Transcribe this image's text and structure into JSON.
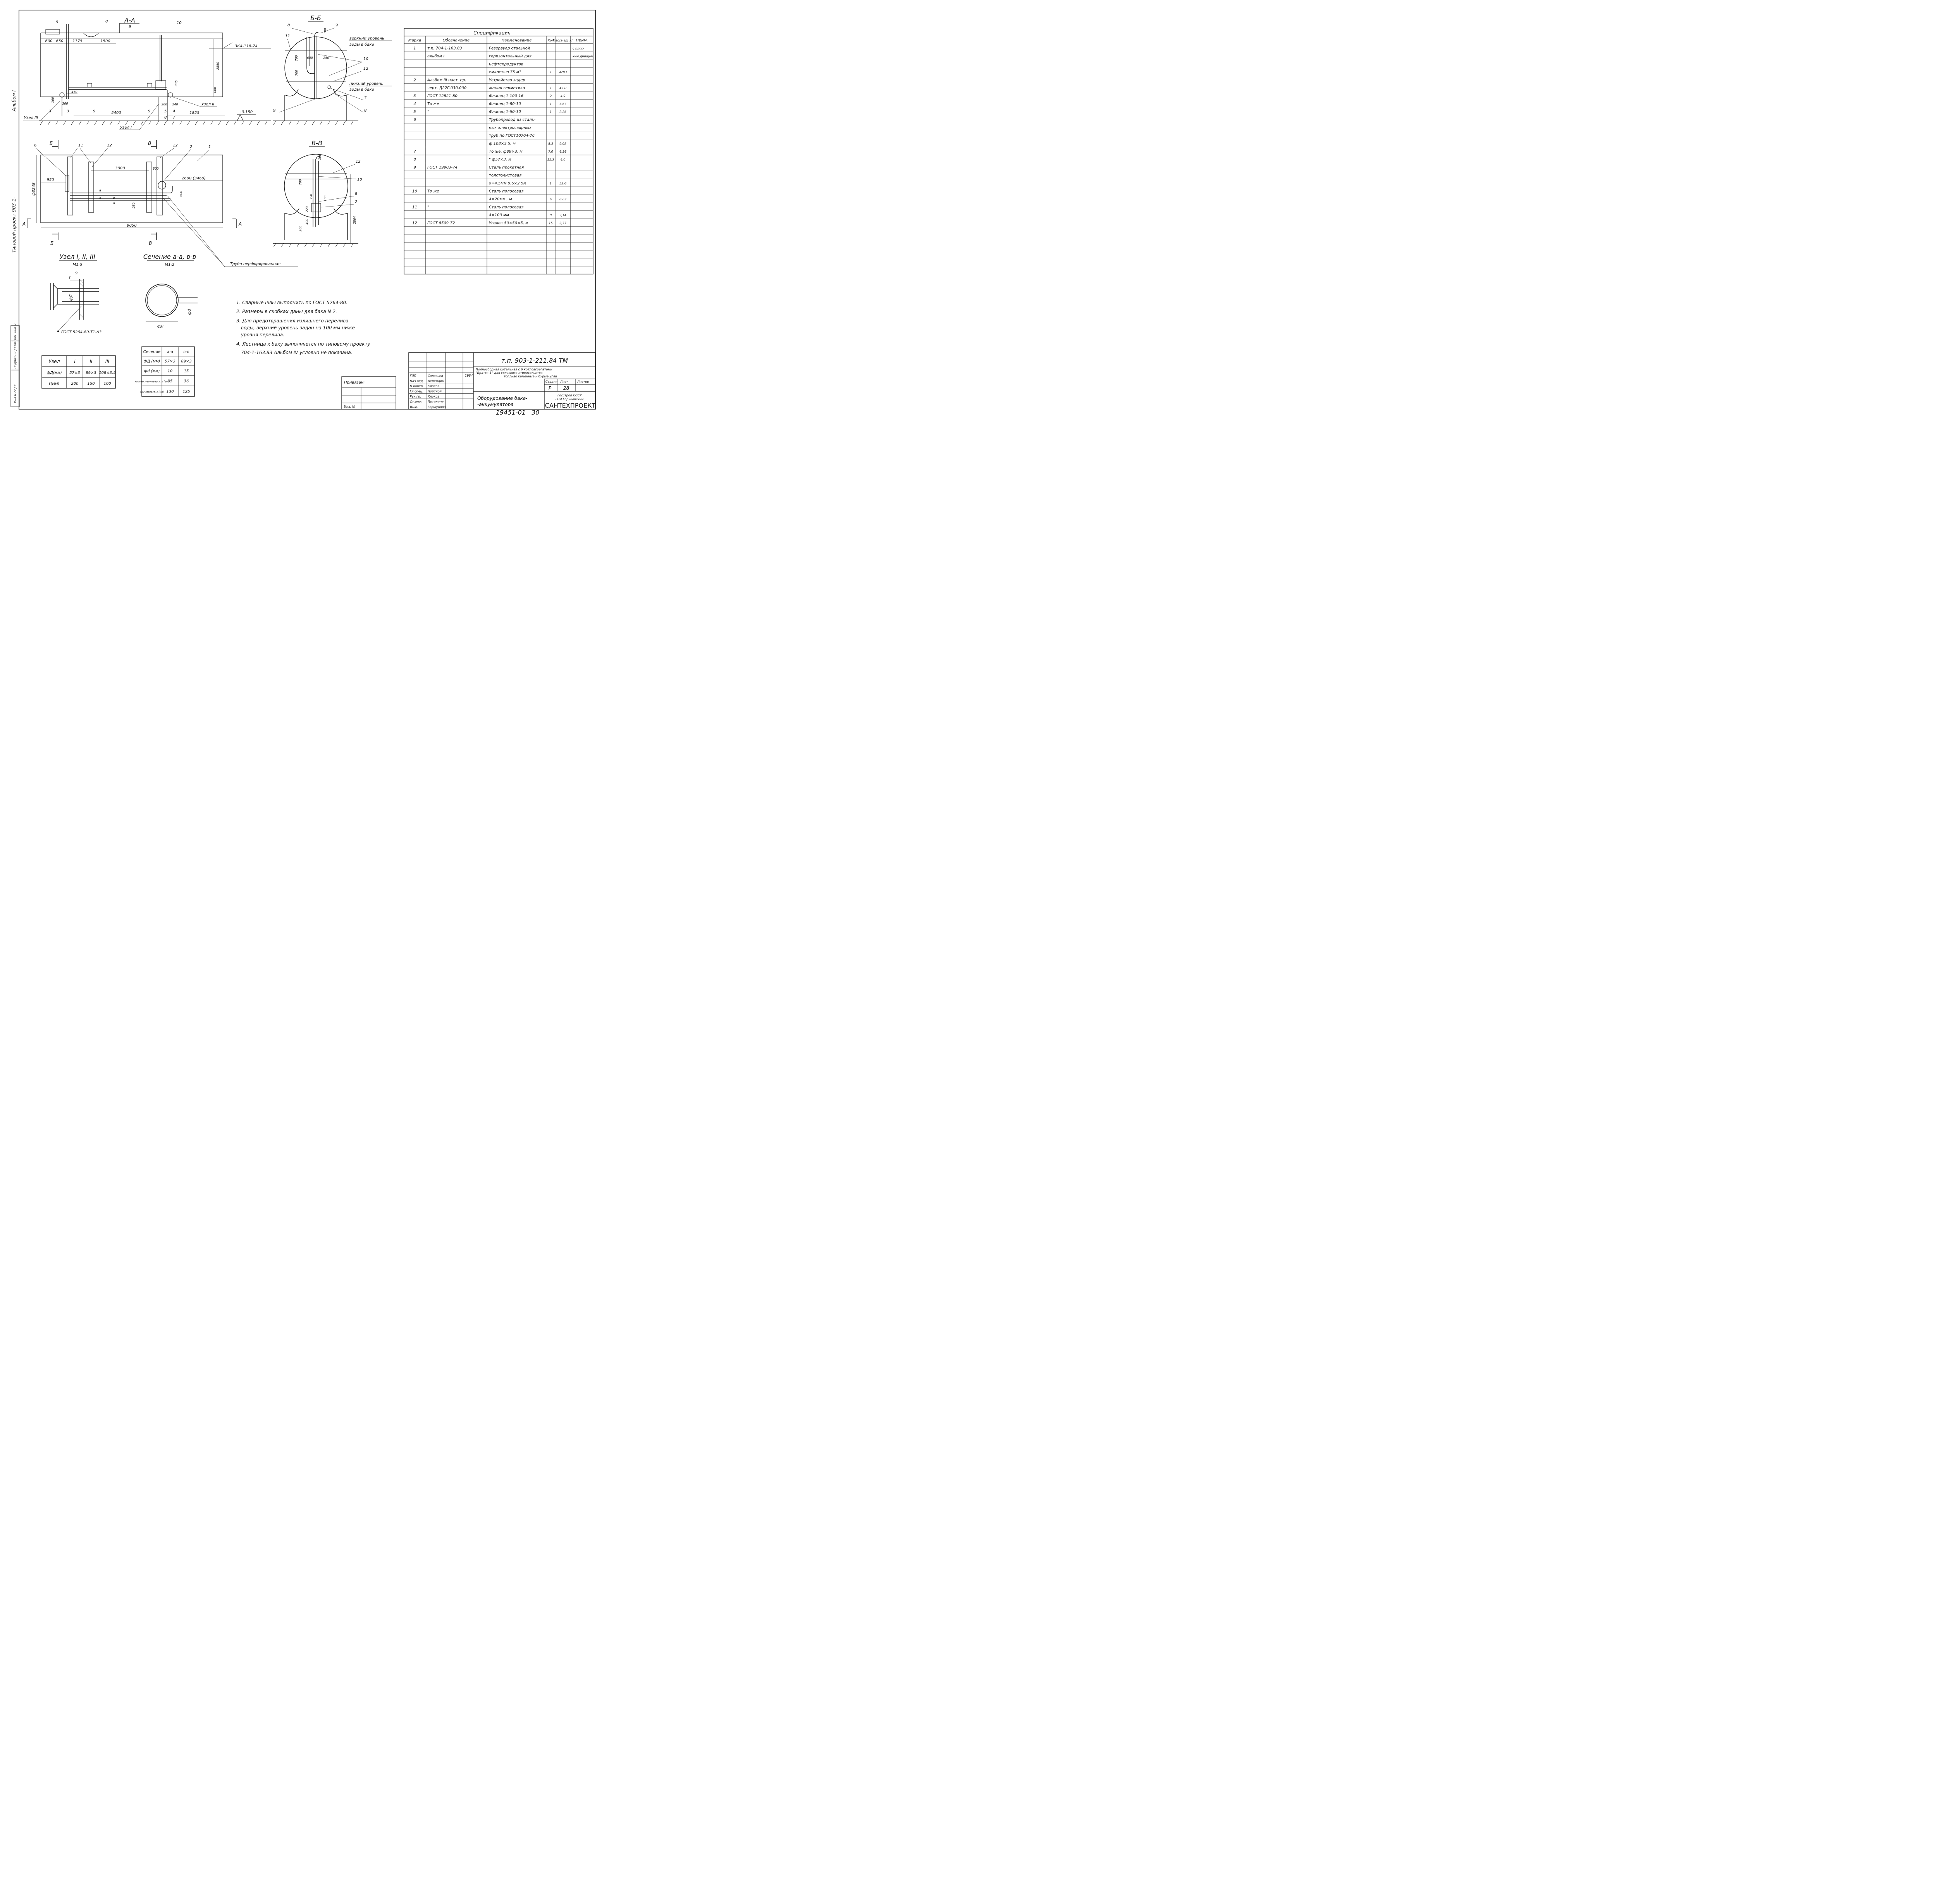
{
  "side_title": {
    "album": "Альбом I",
    "project": "Типовой проект 903-1-"
  },
  "views": {
    "aa": {
      "title": "А-А",
      "dims": [
        "600",
        "650",
        "1175",
        "1500",
        "450",
        "5400",
        "300",
        "240",
        "1825",
        "100",
        "300",
        "445",
        "600",
        "2850"
      ],
      "marks": [
        "8",
        "9",
        "9",
        "10",
        "3",
        "3",
        "9",
        "9",
        "5",
        "8",
        "4",
        "7"
      ],
      "pipe_label": "3К4-118-74",
      "level_mark": "-0.150",
      "uzel_labels": [
        "Узел III",
        "Узел I",
        "Узел II"
      ]
    },
    "bb": {
      "title": "Б-Б",
      "dims": [
        "100",
        "600",
        "250",
        "700",
        "700"
      ],
      "marks": [
        "8",
        "9",
        "11",
        "10",
        "12",
        "7",
        "9",
        "8"
      ],
      "upper_level": [
        "верхний уровень",
        "воды в баке"
      ],
      "lower_level": [
        "нижний уровень",
        "воды в баке"
      ]
    },
    "vv": {
      "title": "В-В",
      "dims": [
        "100",
        "700",
        "350",
        "100",
        "220",
        "400",
        "200",
        "2864"
      ],
      "marks": [
        "12",
        "10",
        "8",
        "2"
      ]
    },
    "plan": {
      "dims": [
        "950",
        "3000",
        "500",
        "2600 (3460)",
        "600",
        "250",
        "9050",
        "ф3248"
      ],
      "marks": [
        "6",
        "11",
        "12",
        "12",
        "2",
        "1"
      ],
      "section_marks": [
        "Б",
        "Б",
        "В",
        "В",
        "А",
        "А"
      ],
      "small_marks": [
        "а",
        "а",
        "в",
        "в"
      ],
      "pipe_note": "Труба перфорированная"
    },
    "uzel": {
      "title": "Узел I, II, III",
      "scale": "М1:5",
      "marks": [
        "9",
        "ℓ",
        "фД"
      ],
      "weld_note": "ГОСТ 5264-80-Т1-Δ3"
    },
    "section": {
      "title": "Сечение а-а, в-в",
      "scale": "М1:2",
      "marks": [
        "фd",
        "фД"
      ]
    }
  },
  "notes": [
    "1. Сварные швы выполнить по ГОСТ 5264-80.",
    "2. Размеры в скобках даны для бака N 2.",
    "3. Для предотвращения излишнего перелива",
    "воды, верхний уровень задан на 100 мм ниже",
    "уровня перелива.",
    "4. Лестница к баку выполняется по типовому проекту",
    "704-1-163.83 Альбом IV условно не показана."
  ],
  "spec": {
    "title": "Спецификация",
    "headers": [
      "Марка",
      "Обозначение",
      "Наименование",
      "Кол",
      "Масса ед, кг",
      "Прим."
    ],
    "rows": [
      [
        "1",
        "т.п. 704-1-163.83",
        "Резервуар стальной",
        "",
        "",
        "с плос-"
      ],
      [
        "",
        "альбом I",
        "горизонтальный для",
        "",
        "",
        "ким днищем"
      ],
      [
        "",
        "",
        "нефтепродуктов",
        "",
        "",
        ""
      ],
      [
        "",
        "",
        "емкостью 75 м³",
        "1",
        "4203",
        ""
      ],
      [
        "2",
        "Альбом III наст. пр.",
        "Устройство задер-",
        "",
        "",
        ""
      ],
      [
        "",
        "черт. Д22Г.030.000",
        "жания герметика",
        "1",
        "43.0",
        ""
      ],
      [
        "3",
        "ГОСТ 12821-80",
        "Фланец 1-100-16",
        "2",
        "4.9",
        ""
      ],
      [
        "4",
        "То же",
        "Фланец 1-80-10",
        "1",
        "3.67",
        ""
      ],
      [
        "5",
        "\"",
        "Фланец 1-50-10",
        "1",
        "2.26",
        ""
      ],
      [
        "6",
        "",
        "Трубопровод из сталь-",
        "",
        "",
        ""
      ],
      [
        "",
        "",
        "ных электросварных",
        "",
        "",
        ""
      ],
      [
        "",
        "",
        "труб по ГОСТ10704-76",
        "",
        "",
        ""
      ],
      [
        "",
        "",
        "ф 108×3,5, м",
        "8.3",
        "9.02",
        ""
      ],
      [
        "7",
        "",
        "То же, ф89×3, м",
        "7.0",
        "6.36",
        ""
      ],
      [
        "8",
        "",
        "\" ф57×3, м",
        "11.3",
        "4.0",
        ""
      ],
      [
        "9",
        "ГОСТ 19903-74",
        "Сталь прокатная",
        "",
        "",
        ""
      ],
      [
        "",
        "",
        "толстолистовая",
        "",
        "",
        ""
      ],
      [
        "",
        "",
        "δ=4.5мм 0.6×2.5м",
        "1",
        "53.0",
        ""
      ],
      [
        "10",
        "То же",
        "Сталь полосовая",
        "",
        "",
        ""
      ],
      [
        "",
        "",
        "4×20мм , м",
        "6",
        "0.63",
        ""
      ],
      [
        "11",
        "\"",
        "Сталь полосовая",
        "",
        "",
        ""
      ],
      [
        "",
        "",
        "4×100 мм",
        "8",
        "3,14",
        ""
      ],
      [
        "12",
        "ГОСТ 8509-72",
        "Уголок 50×50×5, м",
        "15",
        "3,77",
        ""
      ],
      [
        "",
        "",
        "",
        "",
        "",
        ""
      ],
      [
        "",
        "",
        "",
        "",
        "",
        ""
      ],
      [
        "",
        "",
        "",
        "",
        "",
        ""
      ],
      [
        "",
        "",
        "",
        "",
        "",
        ""
      ],
      [
        "",
        "",
        "",
        "",
        "",
        ""
      ],
      [
        "",
        "",
        "",
        "",
        "",
        ""
      ]
    ]
  },
  "uzel_table": {
    "headers": [
      "Узел",
      "I",
      "II",
      "III"
    ],
    "rows": [
      [
        "фД(мм)",
        "57×3",
        "89×3",
        "108×3,5"
      ],
      [
        "ℓ(мм)",
        "200",
        "150",
        "100"
      ]
    ]
  },
  "section_table": {
    "headers": [
      "Сечение",
      "а-а",
      "в-в"
    ],
    "rows": [
      [
        "фД (мм)",
        "57×3",
        "89×3"
      ],
      [
        "фd (мм)",
        "10",
        "15"
      ],
      [
        "количест-во отверст. n (шт)",
        "35",
        "36"
      ],
      [
        "шаг отверст. с (мм)",
        "130",
        "125"
      ]
    ]
  },
  "stamp": {
    "vertical_labels": [
      "Инв.N подл.",
      "Подпись и дата",
      "Взам. инв.N"
    ],
    "privyazan": "Привязан:",
    "inv": "Инв. №",
    "code": "т.п. 903-1-211.84 ТМ",
    "project_lines": [
      "Полносборная котельная с 6 котлоагрегатами",
      "\"Братск-1\" для сельского строительства",
      "топливо каменные и бурые угли"
    ],
    "drawing_title": [
      "Оборудование бака-",
      "-аккумулятора"
    ],
    "stage_label": "Стадия",
    "sheet_label": "Лист",
    "sheets_label": "Листов",
    "stage": "Р",
    "sheet": "28",
    "org": [
      "Госстрой СССР",
      "ГПИ Горьковский"
    ],
    "org_name": "САНТЕХПРОЕКТ",
    "date": "1984",
    "roles": [
      [
        "ГИП",
        "Соловьев"
      ],
      [
        "Нач.отд.",
        "Лепендин"
      ],
      [
        "Н.контр.",
        "Клоков"
      ],
      [
        "Гл.спец.",
        "Портной"
      ],
      [
        "Рук.гр.",
        "Клоков"
      ],
      [
        "Ст.инж.",
        "Петелина"
      ],
      [
        "Инж.",
        "Горшунова"
      ]
    ],
    "footer_number": "19451-01",
    "footer_page": "30"
  }
}
